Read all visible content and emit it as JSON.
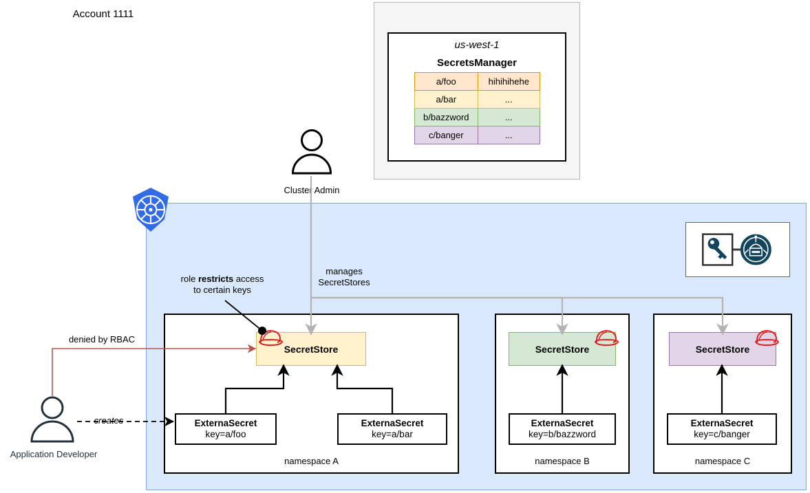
{
  "account": {
    "title": "Account 1111",
    "region": "us-west-1",
    "service": "SecretsManager",
    "rows": [
      {
        "key": "a/foo",
        "value": "hihihihehe",
        "fill": "#FFE6CC",
        "border": "#D79B00"
      },
      {
        "key": "a/bar",
        "value": "...",
        "fill": "#FFF2CC",
        "border": "#D6B656"
      },
      {
        "key": "b/bazzword",
        "value": "...",
        "fill": "#D5E8D4",
        "border": "#82B366"
      },
      {
        "key": "c/banger",
        "value": "...",
        "fill": "#E1D5E7",
        "border": "#9673A6"
      }
    ]
  },
  "actors": {
    "cluster_admin": "Cluster Admin",
    "app_developer": "Application Developer"
  },
  "annotations": {
    "role_restricts_pre": "role ",
    "role_restricts_bold": "restricts",
    "role_restricts_post": " access",
    "role_restricts_line2": "to certain keys",
    "manages_line1": "manages",
    "manages_line2": "SecretStores",
    "denied_by_rbac": "denied by RBAC",
    "creates": "creates"
  },
  "namespaces": [
    {
      "label": "namespace A",
      "secretstore": {
        "label": "SecretStore",
        "fill": "#FFF2CC",
        "border": "#D6B656"
      },
      "externalsecrets": [
        {
          "title": "ExternaSecret",
          "sub": "key=a/foo"
        },
        {
          "title": "ExternaSecret",
          "sub": "key=a/bar"
        }
      ]
    },
    {
      "label": "namespace B",
      "secretstore": {
        "label": "SecretStore",
        "fill": "#D5E8D4",
        "border": "#82B366"
      },
      "externalsecrets": [
        {
          "title": "ExternaSecret",
          "sub": "key=b/bazzword"
        }
      ]
    },
    {
      "label": "namespace C",
      "secretstore": {
        "label": "SecretStore",
        "fill": "#E1D5E7",
        "border": "#9673A6"
      },
      "externalsecrets": [
        {
          "title": "ExternaSecret",
          "sub": "key=c/banger"
        }
      ]
    }
  ],
  "icons": {
    "kubernetes": "kubernetes-logo",
    "eso_key": "key-icon",
    "eso_robot": "robot-icon",
    "redhat": "red-hat-icon"
  },
  "colors": {
    "cluster_fill": "#DAE8FC",
    "cluster_border": "#7EA6E0",
    "kubernetes_blue": "#326CE5",
    "rbac_red": "#B85450",
    "eso_teal": "#12455C",
    "hat_red": "#E02020",
    "gray_connector": "#B3B3B3"
  }
}
